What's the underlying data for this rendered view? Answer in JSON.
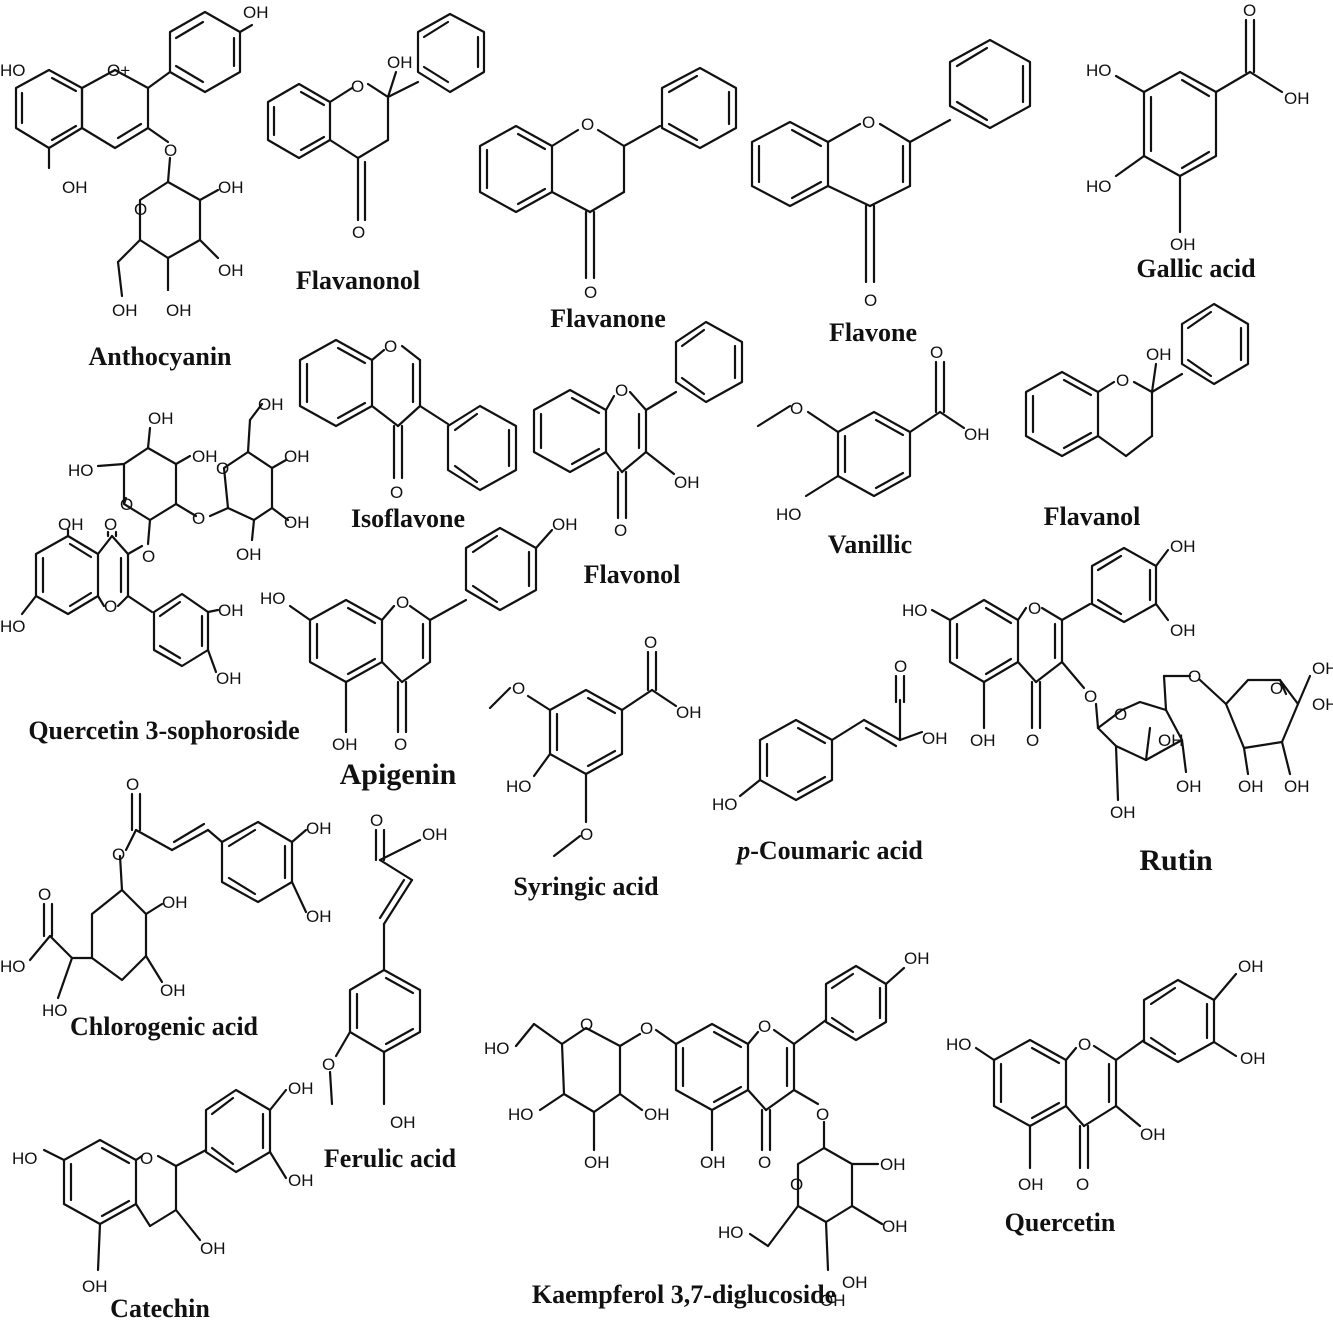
{
  "compounds": {
    "anthocyanin": {
      "name": "Anthocyanin",
      "atoms": [
        "OH",
        "HO",
        "O+",
        "O",
        "OH",
        "O",
        "OH",
        "OH",
        "OH",
        "OH"
      ]
    },
    "flavanonol": {
      "name": "Flavanonol",
      "atoms": [
        "OH",
        "O",
        "O"
      ]
    },
    "flavanone": {
      "name": "Flavanone",
      "atoms": [
        "O",
        "O"
      ]
    },
    "flavone": {
      "name": "Flavone",
      "atoms": [
        "O",
        "O"
      ]
    },
    "gallic_acid": {
      "name": "Gallic acid",
      "atoms": [
        "O",
        "HO",
        "OH",
        "HO",
        "OH"
      ]
    },
    "isoflavone": {
      "name": "Isoflavone",
      "atoms": [
        "O",
        "O"
      ]
    },
    "flavonol": {
      "name": "Flavonol",
      "atoms": [
        "O",
        "OH",
        "O"
      ]
    },
    "vanillic": {
      "name": "Vanillic",
      "atoms": [
        "O",
        "O",
        "OH",
        "HO"
      ]
    },
    "flavanol": {
      "name": "Flavanol",
      "atoms": [
        "OH",
        "O"
      ]
    },
    "quercetin_3_sophoroside": {
      "name": "Quercetin 3-sophoroside",
      "atoms": [
        "OH",
        "OH",
        "HO",
        "O",
        "O",
        "O",
        "OH",
        "OH",
        "OH",
        "OH",
        "OH",
        "O",
        "O",
        "HO",
        "O",
        "OH",
        "OH"
      ]
    },
    "apigenin": {
      "name": "Apigenin",
      "atoms": [
        "OH",
        "HO",
        "O",
        "OH",
        "O"
      ]
    },
    "rutin": {
      "name": "Rutin",
      "atoms": [
        "OH",
        "OH",
        "HO",
        "O",
        "O",
        "OH",
        "O",
        "O",
        "O",
        "OH",
        "O",
        "OH",
        "OH",
        "OH",
        "OH",
        "OH",
        "OH"
      ]
    },
    "syringic_acid": {
      "name": "Syringic acid",
      "atoms": [
        "O",
        "O",
        "OH",
        "HO",
        "O"
      ]
    },
    "p_coumaric_acid": {
      "name_prefix": "p",
      "name_rest": "-Coumaric acid",
      "atoms": [
        "O",
        "OH",
        "HO"
      ]
    },
    "chlorogenic_acid": {
      "name": "Chlorogenic acid",
      "atoms": [
        "O",
        "O",
        "OH",
        "OH",
        "O",
        "OH",
        "HO",
        "HO",
        "OH"
      ]
    },
    "ferulic_acid": {
      "name": "Ferulic acid",
      "atoms": [
        "O",
        "OH",
        "O",
        "OH"
      ]
    },
    "kaempferol_3_7_diglucoside": {
      "name": "Kaempferol 3,7-diglucoside",
      "atoms": [
        "OH",
        "HO",
        "O",
        "O",
        "O",
        "HO",
        "OH",
        "OH",
        "OH",
        "O",
        "O",
        "O",
        "OH",
        "HO",
        "OH",
        "OH",
        "OH"
      ]
    },
    "quercetin": {
      "name": "Quercetin",
      "atoms": [
        "OH",
        "OH",
        "HO",
        "O",
        "OH",
        "OH",
        "O"
      ]
    },
    "catechin": {
      "name": "Catechin",
      "atoms": [
        "OH",
        "OH",
        "HO",
        "O",
        "OH",
        "OH"
      ]
    }
  }
}
